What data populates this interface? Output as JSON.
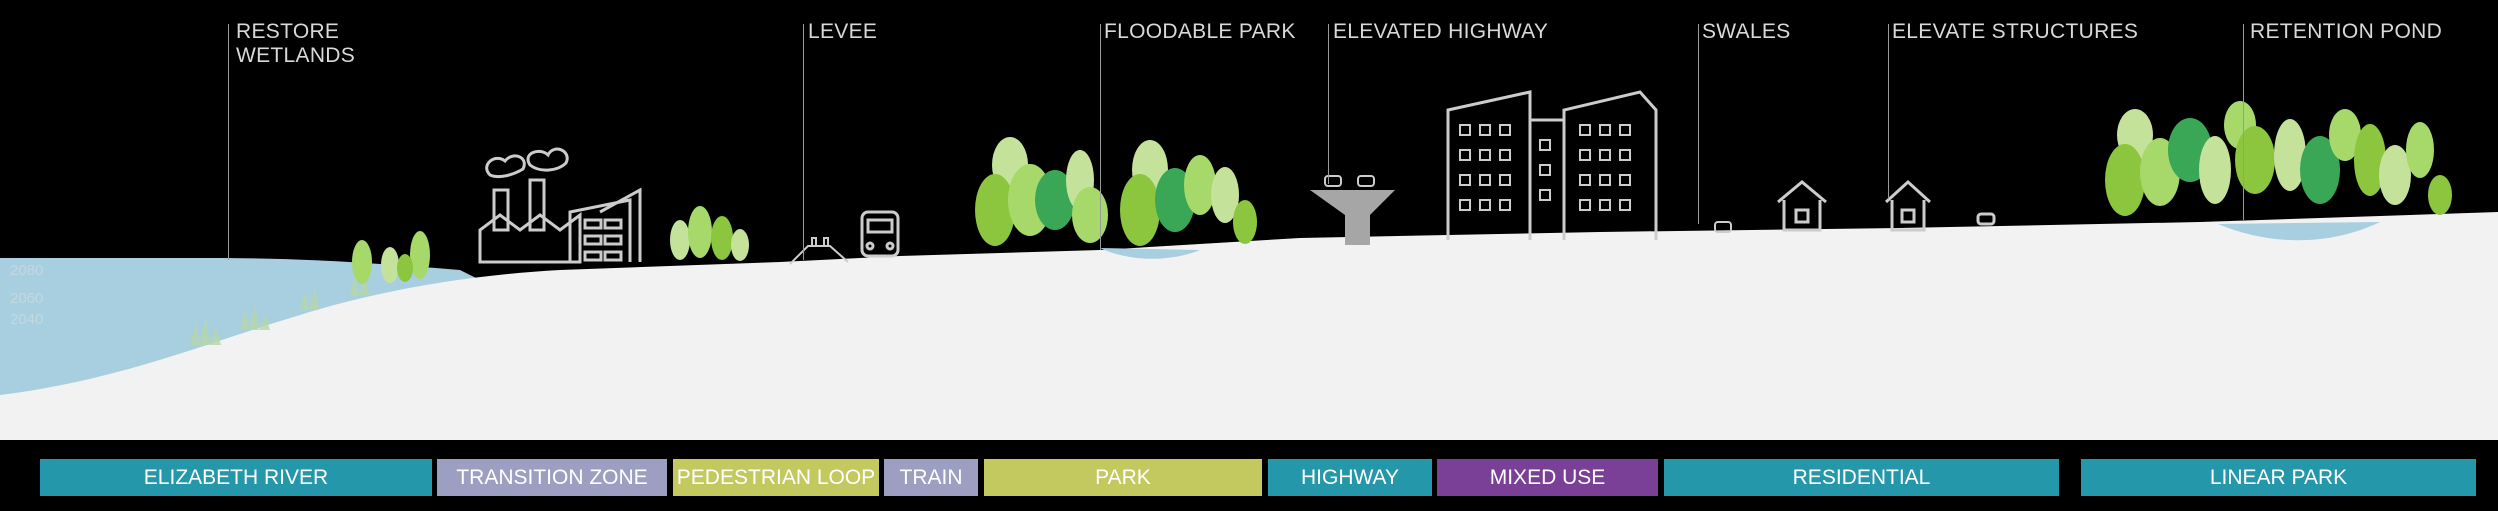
{
  "callouts": [
    {
      "label": "RESTORE\nWETLANDS"
    },
    {
      "label": "LEVEE"
    },
    {
      "label": "FLOODABLE PARK"
    },
    {
      "label": "ELEVATED HIGHWAY"
    },
    {
      "label": "SWALES"
    },
    {
      "label": "ELEVATE STRUCTURES"
    },
    {
      "label": "RETENTION POND"
    }
  ],
  "water_levels": [
    "2080",
    "2060",
    "2040"
  ],
  "zones": [
    {
      "label": "ELIZABETH RIVER",
      "color": "#2597ab"
    },
    {
      "label": "TRANSITION ZONE",
      "color": "#9d9fc2"
    },
    {
      "label": "PEDESTRIAN LOOP",
      "color": "#c3c95e"
    },
    {
      "label": "TRAIN",
      "color": "#9d9fc2"
    },
    {
      "label": "PARK",
      "color": "#c3c95e"
    },
    {
      "label": "HIGHWAY",
      "color": "#2597ab"
    },
    {
      "label": "MIXED USE",
      "color": "#7a3f97"
    },
    {
      "label": "RESIDENTIAL",
      "color": "#2597ab"
    },
    {
      "label": "LINEAR PARK",
      "color": "#2597ab"
    }
  ],
  "colors": {
    "ground": "#f2f2f2",
    "water": "#a8cfdf",
    "tree_light": "#a6d96a",
    "tree_mid": "#8cc63f",
    "tree_dark": "#3aa757",
    "line_art": "#cccccc"
  }
}
